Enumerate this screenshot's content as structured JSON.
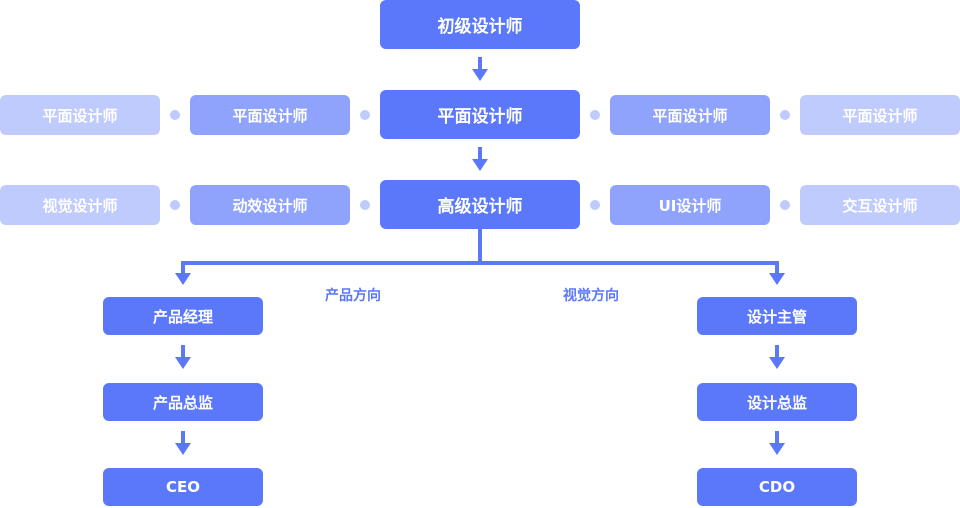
{
  "ladder": {
    "level1": "初级设计师",
    "level2": "平面设计师",
    "level3": "高级设计师"
  },
  "row2_branches": {
    "far_left": "平面设计师",
    "left": "平面设计师",
    "right": "平面设计师",
    "far_right": "平面设计师"
  },
  "row3_branches": {
    "far_left": "视觉设计师",
    "left": "动效设计师",
    "right": "UI设计师",
    "far_right": "交互设计师"
  },
  "product_path": {
    "label": "产品方向",
    "steps": [
      "产品经理",
      "产品总监",
      "CEO"
    ]
  },
  "visual_path": {
    "label": "视觉方向",
    "steps": [
      "设计主管",
      "设计总监",
      "CDO"
    ]
  },
  "colors": {
    "primary": "#5b78fb",
    "secondary": "#8fa3fc",
    "tertiary": "#bfcafd"
  }
}
